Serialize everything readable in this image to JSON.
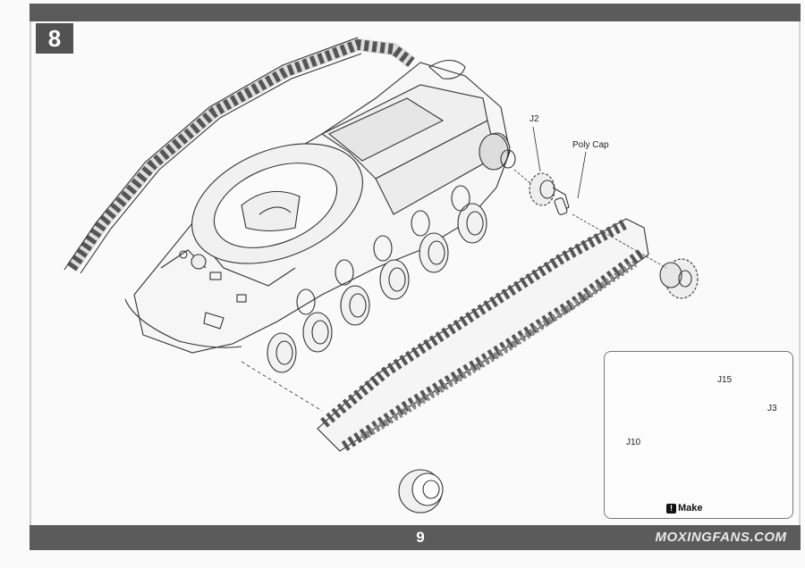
{
  "page": {
    "step_number": "8",
    "page_number": "9",
    "watermark": "MOXINGFANS.COM"
  },
  "callouts": {
    "j2": "J2",
    "poly_cap": "Poly Cap",
    "j15": "J15",
    "j3": "J3",
    "j10": "J10"
  },
  "inset": {
    "note": "Make"
  },
  "colors": {
    "bar": "#5b5b5b",
    "line": "#333333",
    "paper": "#fafafa"
  }
}
